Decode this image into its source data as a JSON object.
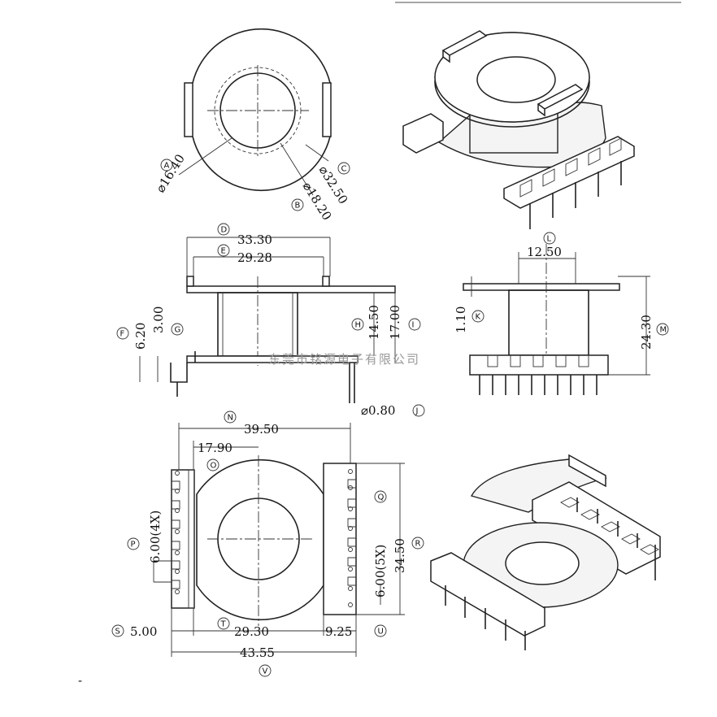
{
  "watermark": "东莞市铭源电子有限公司",
  "footnote": "-",
  "top_view": {
    "dims": {
      "core_dia": "⌀16.40",
      "inner_dia": "⌀18.20",
      "flange_dia": "⌀32.50"
    },
    "tags": {
      "core_dia": "A",
      "inner_dia": "B",
      "flange_dia": "C"
    }
  },
  "front_view": {
    "dims": {
      "overall_width": "33.30",
      "inner_width": "29.28",
      "height_a": "14.50",
      "height_b": "17.00",
      "foot_a": "6.20",
      "foot_b": "3.00",
      "pin_dia": "⌀0.80"
    },
    "tags": {
      "overall_width": "D",
      "inner_width": "E",
      "height_a": "H",
      "height_b": "I",
      "foot_a": "F",
      "foot_b": "G",
      "pin_dia": "J"
    }
  },
  "side_view": {
    "dims": {
      "top_width": "12.50",
      "flange_thk": "1.10",
      "overall_height": "24.30"
    },
    "tags": {
      "top_width": "L",
      "flange_thk": "K",
      "overall_height": "M"
    }
  },
  "bottom_view": {
    "dims": {
      "overall_span": "39.50",
      "offset": "17.90",
      "pitch_left": "6.00(4X)",
      "pitch_right": "6.00(5X)",
      "depth": "34.50",
      "margin_left": "5.00",
      "inner_span": "29.30",
      "margin_right": "9.25",
      "total": "43.55"
    },
    "tags": {
      "overall_span": "N",
      "offset": "O",
      "pitch_left": "P",
      "pitch_right": "Q",
      "depth": "R",
      "margin_left": "S",
      "inner_span": "T",
      "margin_right": "U",
      "total": "V"
    }
  }
}
